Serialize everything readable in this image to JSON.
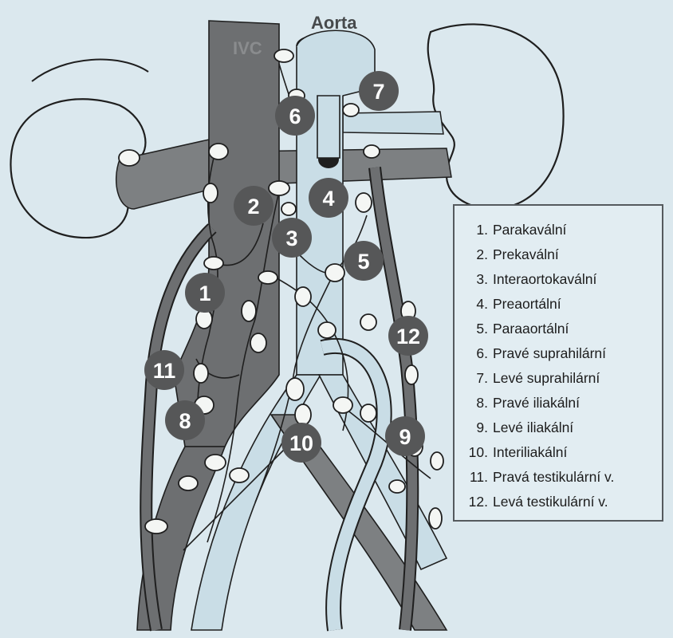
{
  "vessel_labels": {
    "ivc": "IVC",
    "aorta": "Aorta"
  },
  "badges": [
    "1",
    "2",
    "3",
    "4",
    "5",
    "6",
    "7",
    "8",
    "9",
    "10",
    "11",
    "12"
  ],
  "legend": [
    {
      "num": "1.",
      "text": "Parakavální"
    },
    {
      "num": "2.",
      "text": "Prekavální"
    },
    {
      "num": "3.",
      "text": "Interaortokavální"
    },
    {
      "num": "4.",
      "text": "Preaortální"
    },
    {
      "num": "5.",
      "text": "Paraaortální"
    },
    {
      "num": "6.",
      "text": "Pravé suprahilární"
    },
    {
      "num": "7.",
      "text": "Levé suprahilární"
    },
    {
      "num": "8.",
      "text": "Pravé iliakální"
    },
    {
      "num": "9.",
      "text": "Levé iliakální"
    },
    {
      "num": "10.",
      "text": "Interiliakální"
    },
    {
      "num": "11.",
      "text": "Pravá testikulární v."
    },
    {
      "num": "12.",
      "text": "Levá testikulární v."
    }
  ],
  "colors": {
    "background": "#dbe8ee",
    "vein_dark": "#6d6f71",
    "artery_light": "#c9dde6",
    "badge": "#565758",
    "outline": "#1f1f1f"
  }
}
